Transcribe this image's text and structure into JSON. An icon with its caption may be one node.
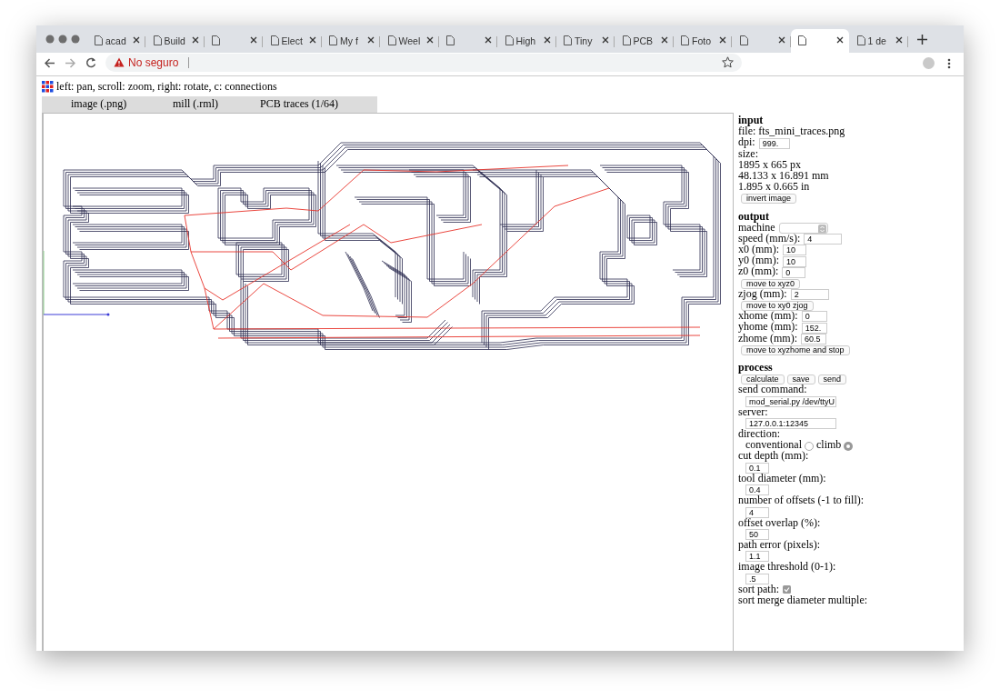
{
  "diagram": {
    "labels": [
      "acad",
      "Build",
      "Elect",
      "My f",
      "Weel",
      "High",
      "Tiny",
      "PCB",
      "Foto",
      "1 de",
      "No seguro",
      "left: pan, scroll: zoom, right: rotate, c: connections",
      "image (.png)",
      "mill (.rml)",
      "PCB traces (1/64)",
      "input",
      "file: fts_mini_traces.png",
      "dpi:",
      "999.",
      "size:",
      "1895 x 665 px",
      "48.133 x 16.891 mm",
      "1.895 x 0.665 in",
      "invert image",
      "output",
      "machine",
      "speed (mm/s):",
      "4",
      "x0 (mm):",
      "10",
      "y0 (mm):",
      "10",
      "z0 (mm):",
      "0",
      "move to xyz0",
      "zjog (mm):",
      "2",
      "move to xy0 zjog",
      "xhome (mm):",
      "0",
      "yhome (mm):",
      "152.",
      "zhome (mm):",
      "60.5",
      "move to xyzhome and stop",
      "process",
      "calculate",
      "save",
      "send",
      "send command:",
      "mod_serial.py /dev/ttyU",
      "server:",
      "127.0.0.1:12345",
      "direction:",
      "conventional",
      "climb",
      "cut depth (mm):",
      "0.1",
      "tool diameter (mm):",
      "0.4",
      "number of offsets (-1 to fill):",
      "4",
      "offset overlap (%):",
      "50",
      "path error (pixels):",
      "1.1",
      "image threshold (0-1):",
      ".5",
      "sort path:",
      "sort merge diameter multiple:"
    ]
  }
}
